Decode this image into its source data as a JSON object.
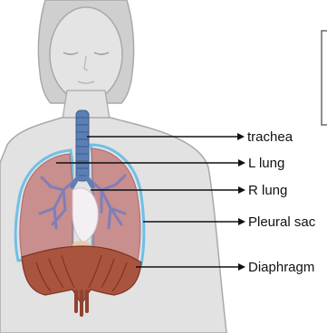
{
  "diagram": {
    "labels": {
      "trachea": "trachea",
      "left_lung": "L lung",
      "right_lung": "R lung",
      "pleural_sac": "Pleural sac",
      "diaphragm": "Diaphragm"
    },
    "colors": {
      "skin": "#e2e2e2",
      "skin_outline": "#a9a9a9",
      "trachea": "#5b7fb5",
      "lung_fill": "#c98e8e",
      "lung_dark": "#b56e6e",
      "bronchi": "#7f7fb8",
      "pleura": "#6fc0e6",
      "heart": "#d9d4dc",
      "diaphragm": "#a9543e",
      "diaphragm_dark": "#7e3523",
      "liver_spot": "#e8c9a8",
      "arrow": "#111111"
    },
    "icons": {
      "body": "human-torso-silhouette",
      "head": "female-head-outline"
    }
  }
}
